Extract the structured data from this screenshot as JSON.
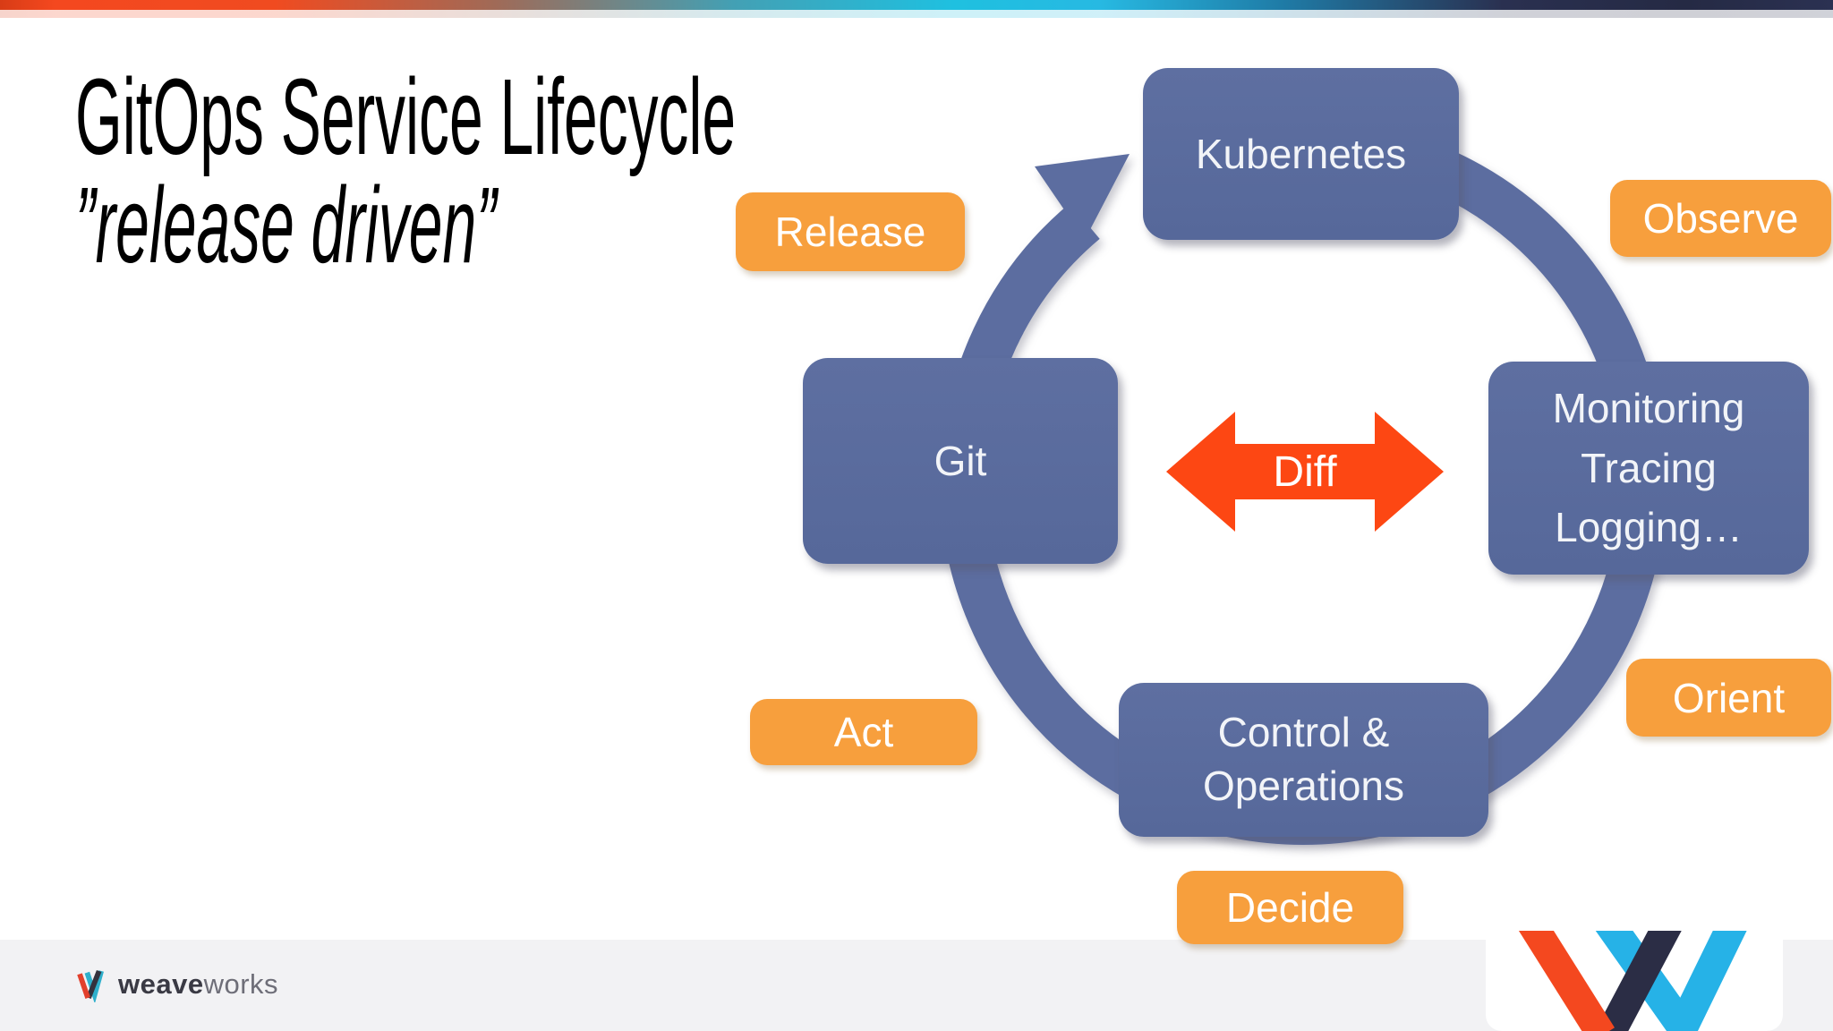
{
  "slide": {
    "title_line1": "GitOps Service Lifecycle",
    "title_line2": "”release driven”"
  },
  "diagram": {
    "nodes": {
      "top": "Kubernetes",
      "left": "Git",
      "right_lines": [
        "Monitoring",
        "Tracing",
        "Logging…"
      ],
      "bottom_lines": [
        "Control &",
        "Operations"
      ]
    },
    "labels": {
      "release": "Release",
      "observe": "Observe",
      "orient": "Orient",
      "decide": "Decide",
      "act": "Act"
    },
    "center_arrow": "Diff"
  },
  "footer": {
    "brand_bold": "weave",
    "brand_light": "works"
  },
  "colors": {
    "node_blue": "#57689a",
    "ring_blue": "#5c6da0",
    "tag_orange": "#f79f3d",
    "diff_red": "#fd4713",
    "footer_gray": "#f2f2f4",
    "topbar_left_orange": "#f4481f",
    "topbar_cyan": "#1fc0e0",
    "topbar_navy": "#252a44"
  }
}
